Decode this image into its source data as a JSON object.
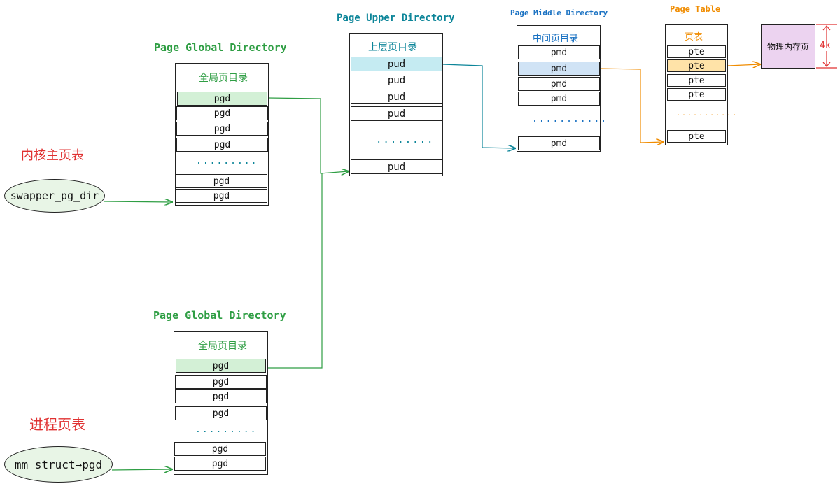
{
  "pgd_top": {
    "title": "Page Global Directory",
    "cn": "全局页目录",
    "cells": [
      "pgd",
      "pgd",
      "pgd",
      "pgd",
      "pgd",
      "pgd"
    ],
    "dots": "........."
  },
  "pgd_bottom": {
    "title": "Page Global Directory",
    "cn": "全局页目录",
    "cells": [
      "pgd",
      "pgd",
      "pgd",
      "pgd",
      "pgd",
      "pgd"
    ],
    "dots": "........."
  },
  "pud": {
    "title": "Page Upper Directory",
    "cn": "上层页目录",
    "cells": [
      "pud",
      "pud",
      "pud",
      "pud",
      "pud"
    ],
    "dots": "........"
  },
  "pmd": {
    "title": "Page Middle Directory",
    "cn": "中间页目录",
    "cells": [
      "pmd",
      "pmd",
      "pmd",
      "pmd",
      "pmd"
    ],
    "dots": "..........."
  },
  "pte": {
    "title": "Page Table",
    "cn": "页表",
    "cells": [
      "pte",
      "pte",
      "pte",
      "pte",
      "pte"
    ],
    "dots": "..........."
  },
  "phys": {
    "label": "物理内存页",
    "size": "4k"
  },
  "kernel": {
    "label": "内核主页表",
    "pointer": "swapper_pg_dir"
  },
  "process": {
    "label": "进程页表",
    "pointer": "mm_struct→pgd"
  },
  "colors": {
    "green": "#2f9e44",
    "teal": "#0c8599",
    "blue": "#1971c2",
    "orange": "#f08c00",
    "red": "#e03131",
    "highlight_green": "#d3f0d6",
    "highlight_teal": "#c5ebf2",
    "highlight_blue": "#d0e3f5",
    "highlight_orange": "#ffe3a8",
    "phys_fill": "#ecd3f0"
  }
}
